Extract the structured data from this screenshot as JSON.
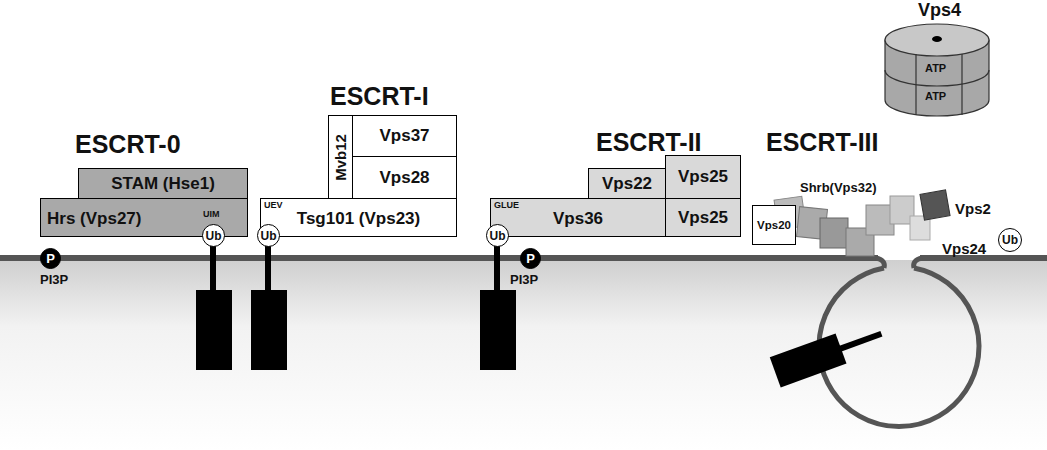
{
  "diagram": {
    "nodes": [
      {
        "text": [
          "STAM (Hse1)"
        ]
      },
      {
        "text": [
          "Hrs (Vps27)"
        ]
      },
      {
        "text": [
          "Ub"
        ]
      },
      {
        "text": [
          "P"
        ]
      },
      {
        "text": [
          "Mvb12"
        ]
      },
      {
        "text": [
          "Vps37"
        ]
      },
      {
        "text": [
          "Vps28"
        ]
      },
      {
        "text": [
          "UEV",
          "Tsg101 (Vps23)"
        ]
      },
      {
        "text": [
          "Ub"
        ]
      },
      {
        "text": [
          "Vps22"
        ]
      },
      {
        "text": [
          "Vps25"
        ]
      },
      {
        "text": [
          "GLUE",
          "Vps36"
        ]
      },
      {
        "text": [
          "Vps25"
        ]
      },
      {
        "text": [
          "Ub"
        ]
      },
      {
        "text": [
          "P"
        ]
      },
      {
        "text": [
          "Vps20"
        ]
      },
      {
        "text": [
          "Vps4",
          "ATP",
          "ATP"
        ]
      },
      {
        "text": [
          "Ub"
        ]
      }
    ],
    "labels": [
      "ESCRT-0",
      "UIM",
      "PI3P",
      "ESCRT-I",
      "ESCRT-II",
      "PI3P",
      "ESCRT-III",
      "Shrb(Vps32)",
      "Vps2",
      "Vps24"
    ]
  }
}
